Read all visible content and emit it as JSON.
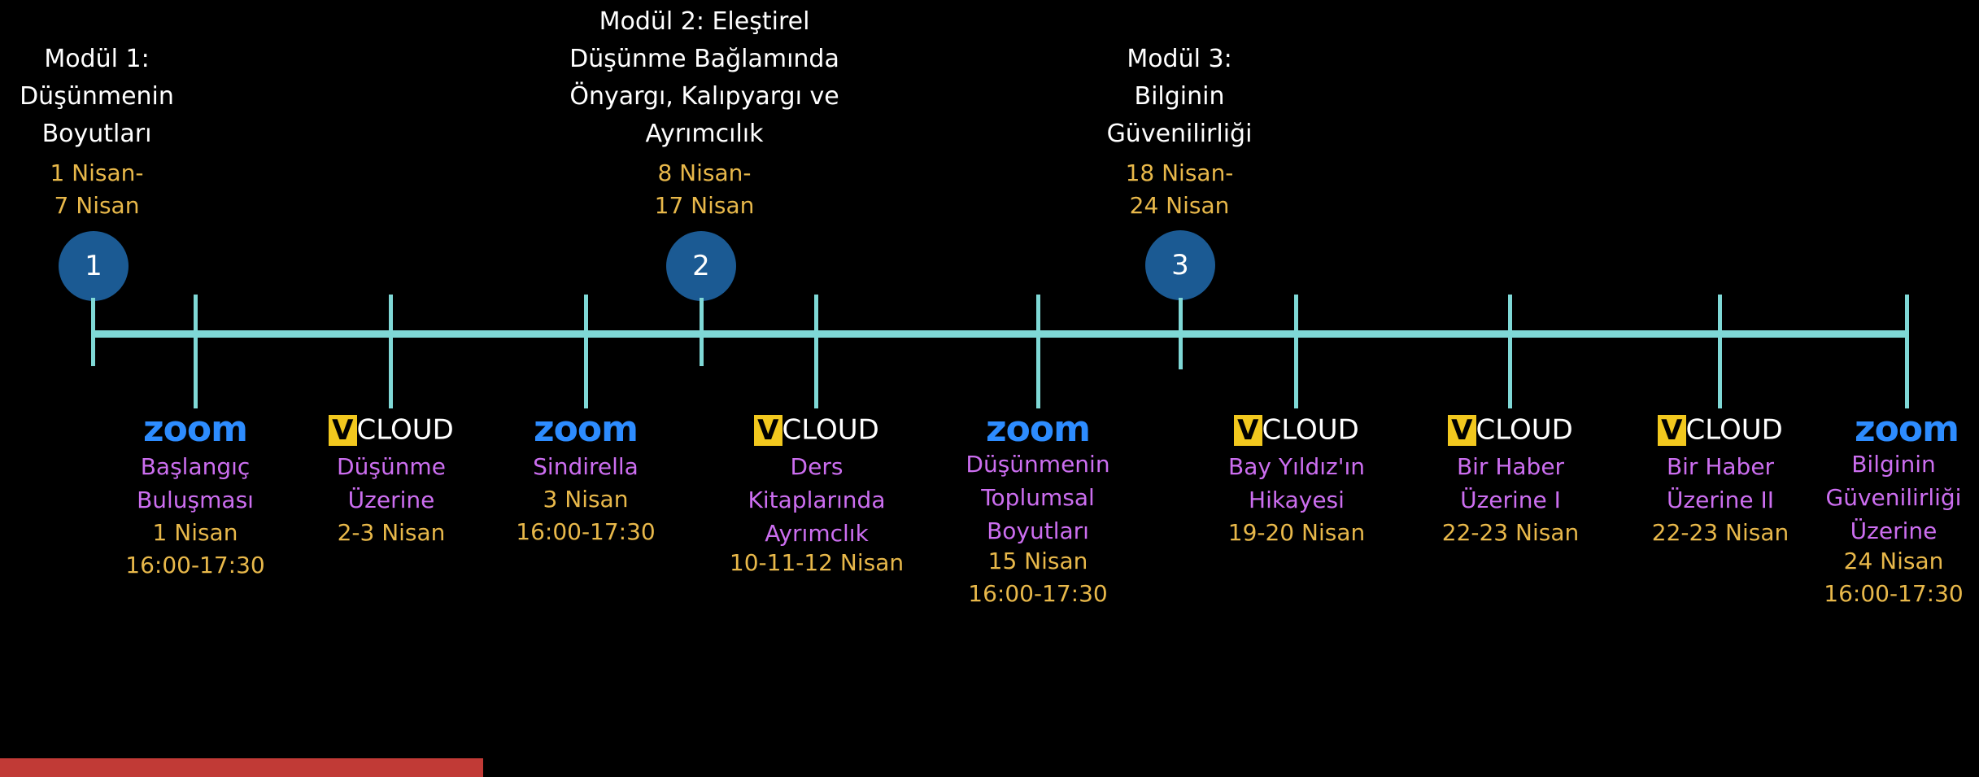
{
  "modules": [
    {
      "title_lines": [
        "Modül 1:",
        "Düşünmenin",
        "Boyutları"
      ],
      "date_lines": [
        "1 Nisan-",
        "7 Nisan"
      ],
      "number": "1"
    },
    {
      "title_lines": [
        "Modül 2: Eleştirel",
        "Düşünme Bağlamında",
        "Önyargı, Kalıpyargı ve",
        "Ayrımcılık"
      ],
      "date_lines": [
        "8 Nisan-",
        "17 Nisan"
      ],
      "number": "2"
    },
    {
      "title_lines": [
        "Modül 3:",
        "Bilginin",
        "Güvenilirliği"
      ],
      "date_lines": [
        "18 Nisan-",
        "24 Nisan"
      ],
      "number": "3"
    }
  ],
  "logos": {
    "zoom": "zoom",
    "vcloud_v": "V",
    "vcloud_word": "CLOUD"
  },
  "events": [
    {
      "platform": "zoom",
      "title_lines": [
        "Başlangıç",
        "Buluşması"
      ],
      "date_lines": [
        "1 Nisan",
        "16:00-17:30"
      ]
    },
    {
      "platform": "vcloud",
      "title_lines": [
        "Düşünme",
        "Üzerine"
      ],
      "date_lines": [
        "2-3 Nisan"
      ]
    },
    {
      "platform": "zoom",
      "title_lines": [
        "Sindirella"
      ],
      "date_lines": [
        "3 Nisan",
        "16:00-17:30"
      ]
    },
    {
      "platform": "vcloud",
      "title_lines": [
        "Ders",
        "Kitaplarında",
        "Ayrımclık"
      ],
      "date_lines": [
        "10-11-12 Nisan"
      ]
    },
    {
      "platform": "zoom",
      "title_lines": [
        "Düşünmenin",
        "Toplumsal",
        "Boyutları"
      ],
      "date_lines": [
        "15 Nisan",
        "16:00-17:30"
      ]
    },
    {
      "platform": "vcloud",
      "title_lines": [
        "Bay Yıldız'ın",
        "Hikayesi"
      ],
      "date_lines": [
        "19-20 Nisan"
      ]
    },
    {
      "platform": "vcloud",
      "title_lines": [
        "Bir Haber",
        "Üzerine I"
      ],
      "date_lines": [
        "22-23 Nisan"
      ]
    },
    {
      "platform": "vcloud",
      "title_lines": [
        "Bir Haber",
        "Üzerine II"
      ],
      "date_lines": [
        "22-23 Nisan"
      ]
    },
    {
      "platform": "zoom",
      "title_lines": [
        "Bilginin",
        "Güvenilirliği",
        "Üzerine"
      ],
      "date_lines": [
        "24 Nisan",
        "16:00-17:30"
      ]
    }
  ],
  "colors": {
    "background": "#000000",
    "axis": "#7fd8d6",
    "marker": "#1b5a93",
    "event_title": "#cc6ef0",
    "date": "#e8b84a",
    "zoom": "#2d8cff",
    "vcloud_box": "#f2c81e",
    "bottom_bar": "#c13a36"
  }
}
